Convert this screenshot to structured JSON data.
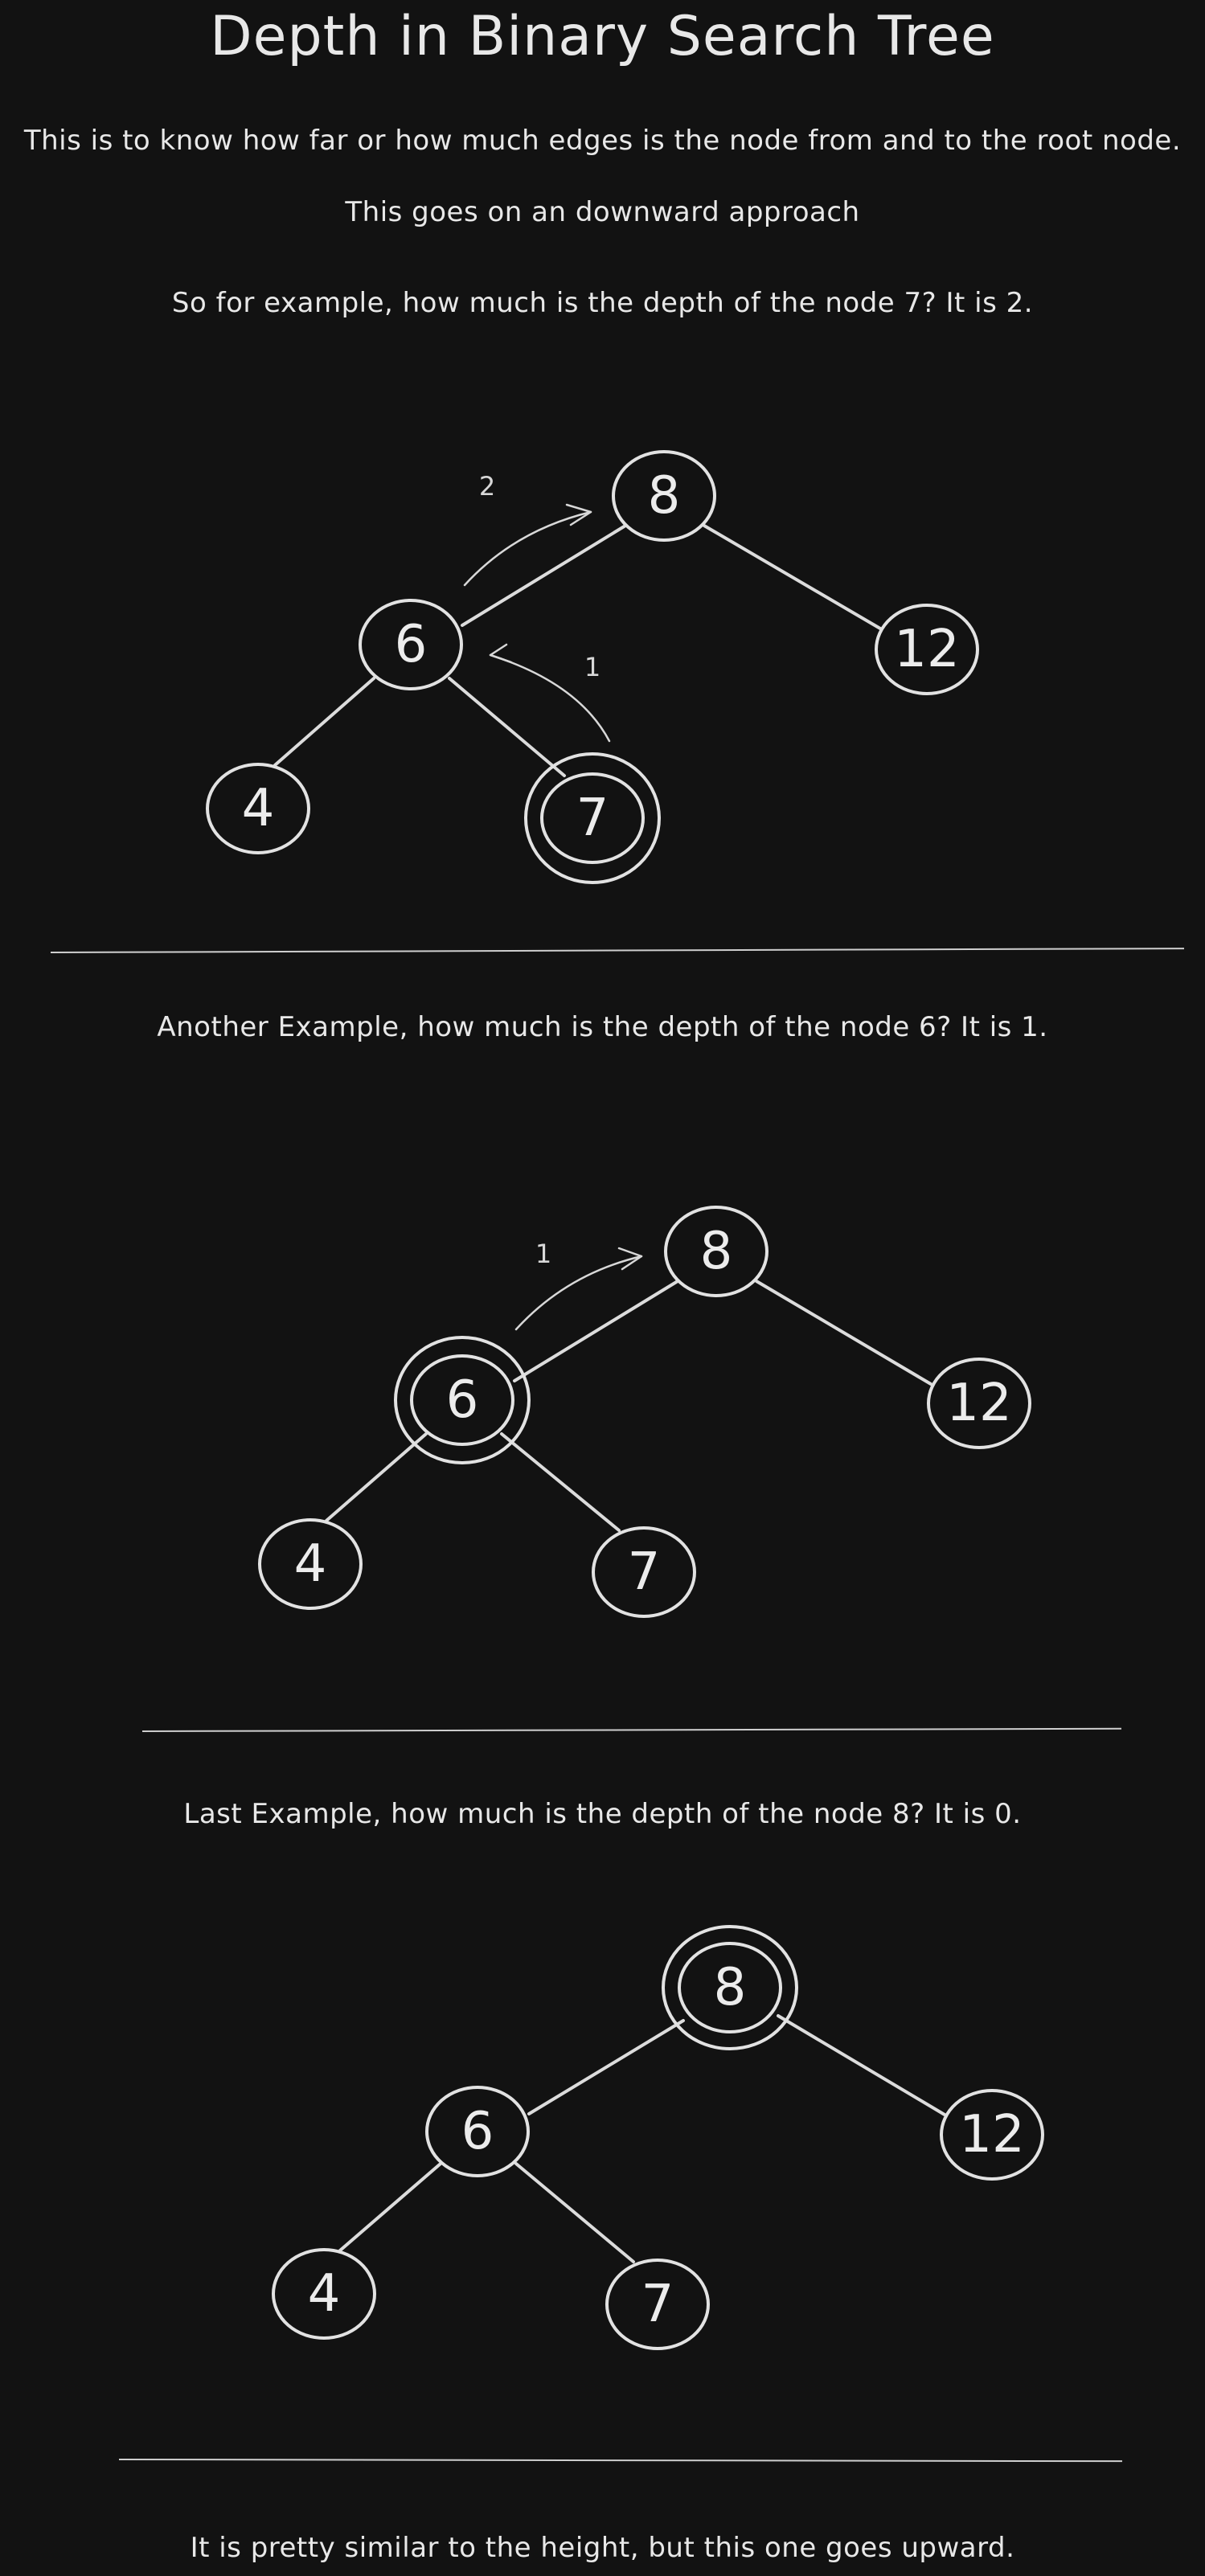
{
  "title": "Depth in Binary Search Tree",
  "intro_line1": "This is to know how far or how much edges is the node from and to the root node.",
  "intro_line2": "This goes on an downward approach",
  "examples": [
    {
      "question": "So for example, how much is the depth of the node 7? It is 2.",
      "tree": {
        "root": "8",
        "left": "6",
        "right": "12",
        "left_left": "4",
        "left_right": "7"
      },
      "highlighted_node": "7",
      "step_labels": [
        "2",
        "1"
      ]
    },
    {
      "question": "Another Example, how much is the depth of the node 6? It is 1.",
      "tree": {
        "root": "8",
        "left": "6",
        "right": "12",
        "left_left": "4",
        "left_right": "7"
      },
      "highlighted_node": "6",
      "step_labels": [
        "1"
      ]
    },
    {
      "question": "Last Example, how much is the depth of the node 8? It is 0.",
      "tree": {
        "root": "8",
        "left": "6",
        "right": "12",
        "left_left": "4",
        "left_right": "7"
      },
      "highlighted_node": "8",
      "step_labels": []
    }
  ],
  "outro": "It is pretty similar to the height, but this one goes upward.",
  "colors": {
    "background": "#121212",
    "foreground": "#e6e6e6"
  }
}
